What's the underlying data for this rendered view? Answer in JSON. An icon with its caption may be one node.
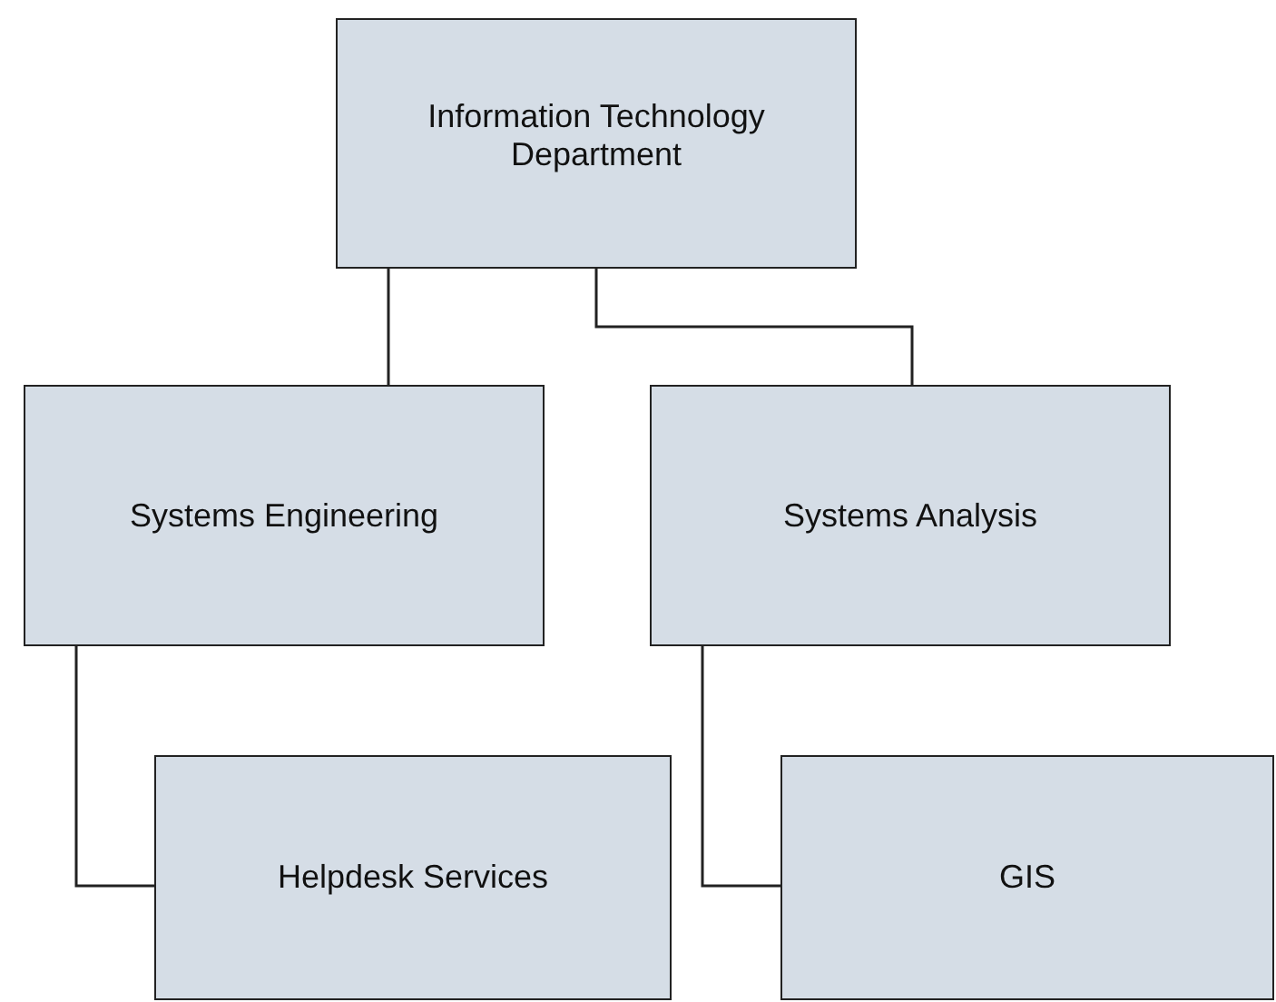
{
  "diagram": {
    "nodes": [
      {
        "text": [
          "Information Technology Department"
        ]
      },
      {
        "text": [
          "Systems Engineering"
        ]
      },
      {
        "text": [
          "Systems Analysis"
        ]
      },
      {
        "text": [
          "Helpdesk Services"
        ]
      },
      {
        "text": [
          "GIS"
        ]
      }
    ],
    "edges": [
      {
        "from": 0,
        "to": 1,
        "arrow": "none"
      },
      {
        "from": 0,
        "to": 2,
        "arrow": "none"
      },
      {
        "from": 1,
        "to": 3,
        "arrow": "none"
      },
      {
        "from": 2,
        "to": 4,
        "arrow": "none"
      }
    ]
  }
}
